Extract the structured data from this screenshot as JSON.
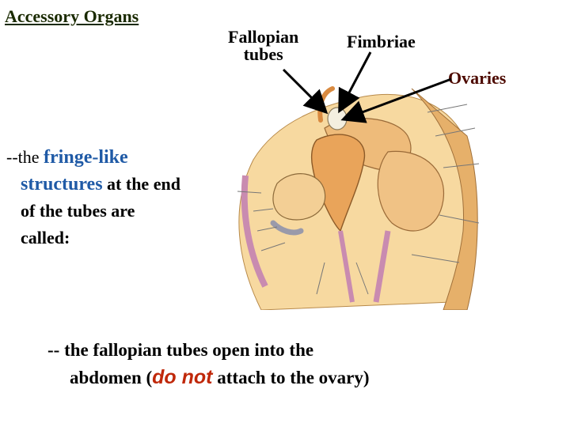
{
  "title": "Accessory Organs",
  "labels": {
    "fallopian_line1": "Fallopian",
    "fallopian_line2": "tubes",
    "fimbriae": "Fimbriae",
    "ovaries": "Ovaries"
  },
  "question": {
    "prefix": "--the ",
    "highlight1": "fringe-like",
    "highlight2": "structures",
    "rest1": " at the end",
    "line3": "of the tubes  are",
    "line4": "called:"
  },
  "note": {
    "line1": "-- the fallopian tubes open into the",
    "line2_start": "abdomen (",
    "emphasis": "do not",
    "line2_end": " attach to the ovary)"
  },
  "colors": {
    "accent_blue": "#1f5aa6",
    "emphasis_red": "#c0280a",
    "tissue": "#f5c87a",
    "organ": "#e9a45a",
    "muscle": "#c98bb0"
  }
}
